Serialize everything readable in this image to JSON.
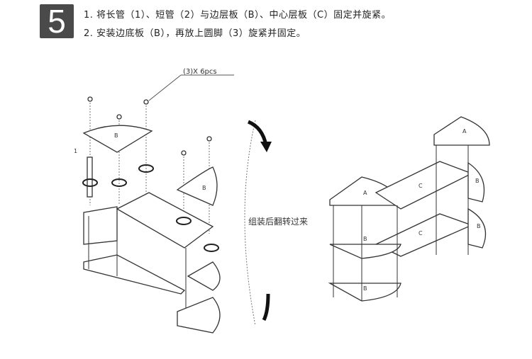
{
  "step_number": "5",
  "instructions": [
    "1. 将长管（1）、短管（2）与边层板（B）、中心层板（C）固定并旋紧。",
    "2. 安装边底板（B），再放上圆脚（3）旋紧并固定。"
  ],
  "callout": "(3)X 6pcs",
  "part_label_tube": "1",
  "flip_label": "组装后翻转过来",
  "labels": {
    "A": "A",
    "B": "B",
    "C": "C"
  }
}
